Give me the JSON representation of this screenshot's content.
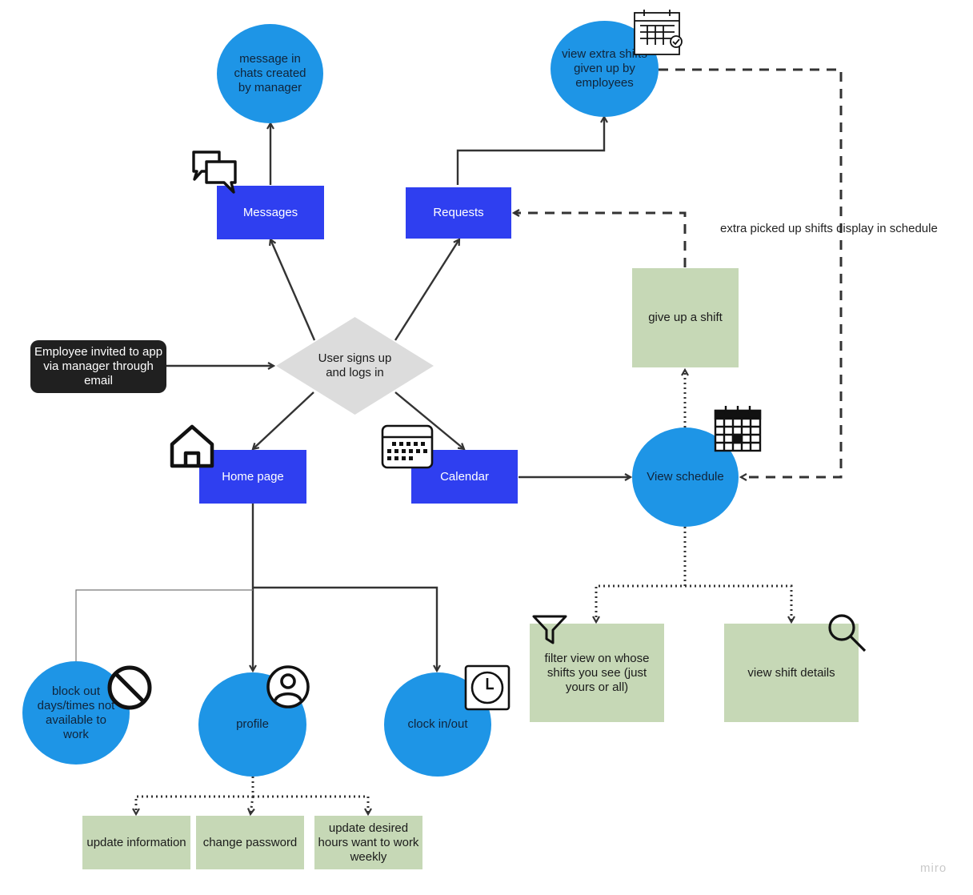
{
  "colors": {
    "screen_box": "#2f3ff0",
    "feature_circle": "#1e95e6",
    "sticky_note": "#c6d8b6",
    "start_box": "#202020",
    "connector": "#333333"
  },
  "nodes": {
    "employee_invited": "Employee invited to app via manager through email",
    "user_signs_up": "User signs up and logs in",
    "messages": "Messages",
    "requests": "Requests",
    "home_page": "Home page",
    "calendar": "Calendar",
    "message_in_chats": "message in chats created by manager",
    "view_extra_shifts": "view extra shifts given up by employees",
    "give_up_shift": "give up a shift",
    "view_schedule": "View schedule",
    "block_out": "block out days/times not available to work",
    "profile": "profile",
    "clock_in_out": "clock in/out",
    "filter_view": "filter view on whose shifts you see (just yours or all)",
    "view_shift_details": "view shift details",
    "update_information": "update information",
    "change_password": "change password",
    "update_desired_hours": "update desired hours want to work weekly"
  },
  "annotations": {
    "extra_shifts_display": "extra picked up shifts display in schedule"
  },
  "icons": {
    "messages": "chat-bubbles-icon",
    "view_extra_shifts": "calendar-check-icon",
    "home_page": "house-icon",
    "calendar": "calendar-grid-icon",
    "view_schedule": "calendar-day-icon",
    "block_out": "prohibited-icon",
    "profile": "user-circle-icon",
    "clock_in_out": "clock-icon",
    "filter_view": "funnel-icon",
    "view_shift_details": "magnifier-icon"
  },
  "branding": {
    "watermark": "miro"
  }
}
